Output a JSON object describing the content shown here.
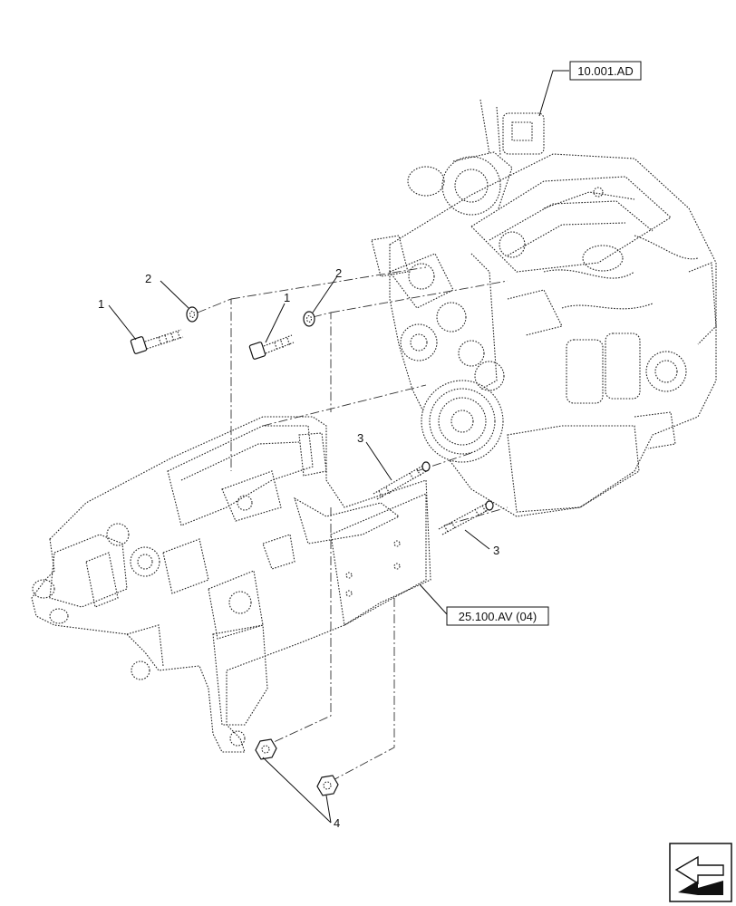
{
  "references": {
    "engine": "10.001.AD",
    "frame": "25.100.AV (04)"
  },
  "callouts": {
    "bolt": "1",
    "washer": "2",
    "stud": "3",
    "nut": "4"
  },
  "icons": {
    "nav": "next-page-arrow-icon"
  }
}
